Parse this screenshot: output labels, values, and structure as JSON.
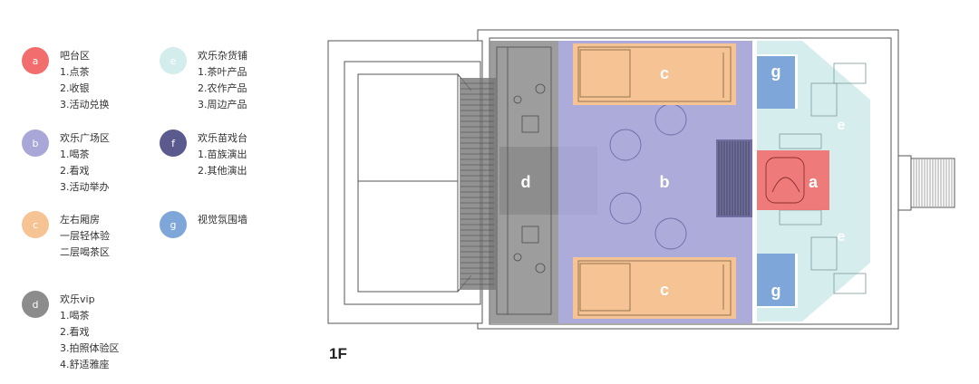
{
  "legend": [
    {
      "key": "a",
      "color": "#f26d6d",
      "title": "吧台区",
      "items": [
        "1.点茶",
        "2.收银",
        "3.活动兑换"
      ]
    },
    {
      "key": "b",
      "color": "#a9a6d8",
      "title": "欢乐广场区",
      "items": [
        "1.喝茶",
        "2.看戏",
        "3.活动举办"
      ]
    },
    {
      "key": "c",
      "color": "#f6c494",
      "title": "左右厢房",
      "items": [
        "一层轻体验",
        "二层喝茶区"
      ]
    },
    {
      "key": "d",
      "color": "#8c8c8c",
      "title": "欢乐vip",
      "items": [
        "1.喝茶",
        "2.看戏",
        "3.拍照体验区",
        "4.舒适雅座"
      ]
    },
    {
      "key": "e",
      "color": "#d3ecec",
      "title": "欢乐杂货铺",
      "items": [
        "1.茶叶产品",
        "2.农作产品",
        "3.周边产品"
      ]
    },
    {
      "key": "f",
      "color": "#5b5a8e",
      "title": "欢乐苗戏台",
      "items": [
        "1.苗族演出",
        "2.其他演出"
      ]
    },
    {
      "key": "g",
      "color": "#7fa6d8",
      "title": "视觉氛围墙",
      "items": []
    }
  ],
  "plan": {
    "floor_label": "1F",
    "zone_labels": {
      "a": "a",
      "b": "b",
      "c": "c",
      "d": "d",
      "e": "e",
      "g": "g"
    }
  }
}
